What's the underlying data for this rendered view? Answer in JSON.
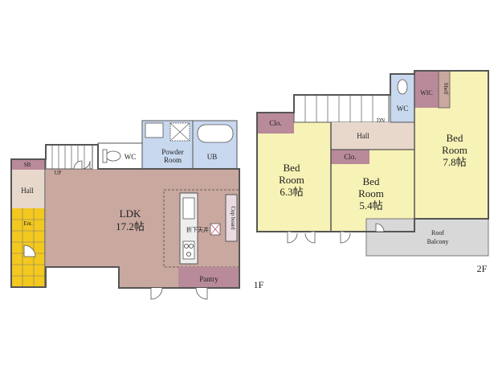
{
  "colors": {
    "ldk": "#c9a8a0",
    "bedroom": "#f7f2b5",
    "hall": "#e8d8cc",
    "bath": "#c8d8ee",
    "storage": "#b98a9a",
    "entrance": "#f3c81f",
    "balcony": "#d8d8d8",
    "wall": "#555555"
  },
  "floor1": {
    "label": "1F",
    "rooms": {
      "sb": "SB",
      "hall": "Hall",
      "ent": "Ent.",
      "up": "UP",
      "wc": "WC",
      "powder_line1": "Powder",
      "powder_line2": "Room",
      "ub": "UB",
      "ldk_line1": "LDK",
      "ldk_line2": "17.2帖",
      "ceiling": "折下天井",
      "cupboard": "Cup board",
      "pantry": "Pantry"
    }
  },
  "floor2": {
    "label": "2F",
    "rooms": {
      "clo_a": "Clo.",
      "bed1_line1": "Bed",
      "bed1_line2": "Room",
      "bed1_line3": "6.3帖",
      "hall": "Hall",
      "dn": "DN",
      "wc": "WC",
      "clo_b": "Clo.",
      "bed2_line1": "Bed",
      "bed2_line2": "Room",
      "bed2_line3": "5.4帖",
      "wic": "WIC",
      "shelf": "Shelf",
      "bed3_line1": "Bed",
      "bed3_line2": "Room",
      "bed3_line3": "7.8帖",
      "balcony_line1": "Roof",
      "balcony_line2": "Balcony"
    }
  }
}
